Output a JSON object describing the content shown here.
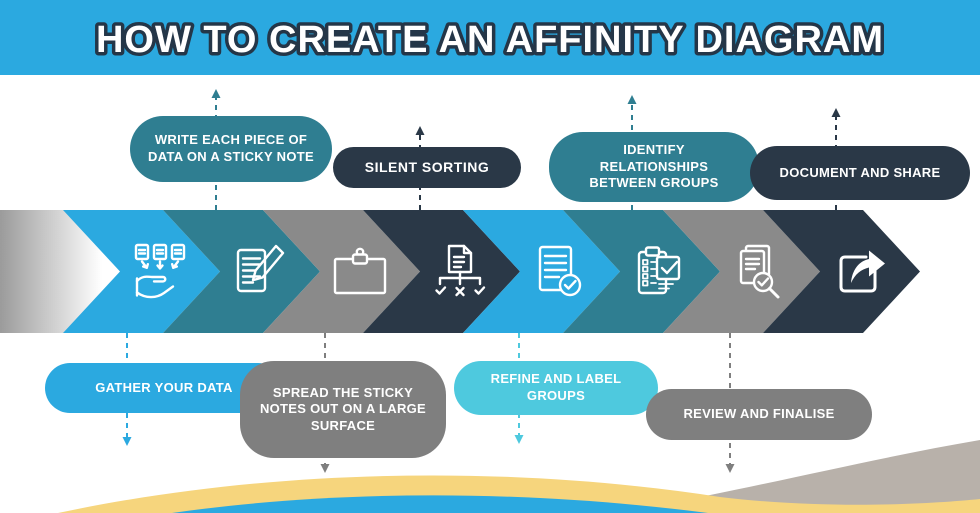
{
  "header": {
    "title": "HOW TO CREATE AN AFFINITY DIAGRAM"
  },
  "palette": {
    "header_blue": "#2BA9E0",
    "title_fill": "#FFFFFF",
    "title_outline": "#243648",
    "blue": "#2BA9E0",
    "teal": "#2F7E91",
    "gray": "#8A8A8A",
    "navy": "#2A3847",
    "cyan": "#4EC9DE",
    "pill_gray": "#7F7F7F",
    "wave_yellow": "#F6D57D",
    "wave_blue": "#2BA9E0",
    "hill_gray": "#B8B1AA",
    "icon_stroke": "#FFFFFF"
  },
  "steps": [
    {
      "label": "GATHER YOUR DATA",
      "icon": "collect-data-icon",
      "color": "blue",
      "position": "bottom"
    },
    {
      "label": "WRITE EACH PIECE OF DATA ON A STICKY NOTE",
      "icon": "write-note-icon",
      "color": "teal",
      "position": "top"
    },
    {
      "label": "SPREAD THE STICKY NOTES OUT ON A LARGE SURFACE",
      "icon": "board-icon",
      "color": "gray",
      "position": "bottom"
    },
    {
      "label": "SILENT SORTING",
      "icon": "sort-flow-icon",
      "color": "navy",
      "position": "top"
    },
    {
      "label": "REFINE AND LABEL GROUPS",
      "icon": "document-check-icon",
      "color": "cyan",
      "position": "bottom"
    },
    {
      "label": "IDENTIFY RELATIONSHIPS BETWEEN GROUPS",
      "icon": "clipboard-check-icon",
      "color": "teal",
      "position": "top"
    },
    {
      "label": "REVIEW AND FINALISE",
      "icon": "review-documents-icon",
      "color": "gray",
      "position": "bottom"
    },
    {
      "label": "DOCUMENT AND SHARE",
      "icon": "share-icon",
      "color": "navy",
      "position": "top"
    }
  ]
}
